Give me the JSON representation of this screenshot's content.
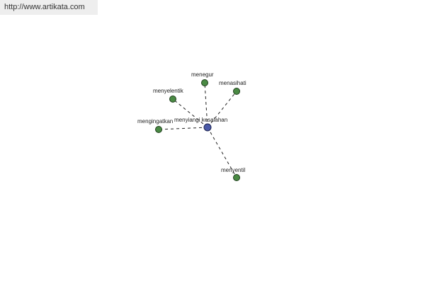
{
  "banner": {
    "url_text": "http://www.artikata.com"
  },
  "graph": {
    "center": {
      "id": "center",
      "label": "menyiangi kesalahan"
    },
    "nodes": [
      {
        "id": "menegur",
        "label": "menegur"
      },
      {
        "id": "menasihati",
        "label": "menasihati"
      },
      {
        "id": "menyelentik",
        "label": "menyelentik"
      },
      {
        "id": "mengingatkan",
        "label": "mengingatkan"
      },
      {
        "id": "menyentil",
        "label": "menyentil"
      }
    ]
  },
  "colors": {
    "leaf_node": "#4a8a44",
    "center_node": "#4b5aa8",
    "edge": "#222222"
  }
}
